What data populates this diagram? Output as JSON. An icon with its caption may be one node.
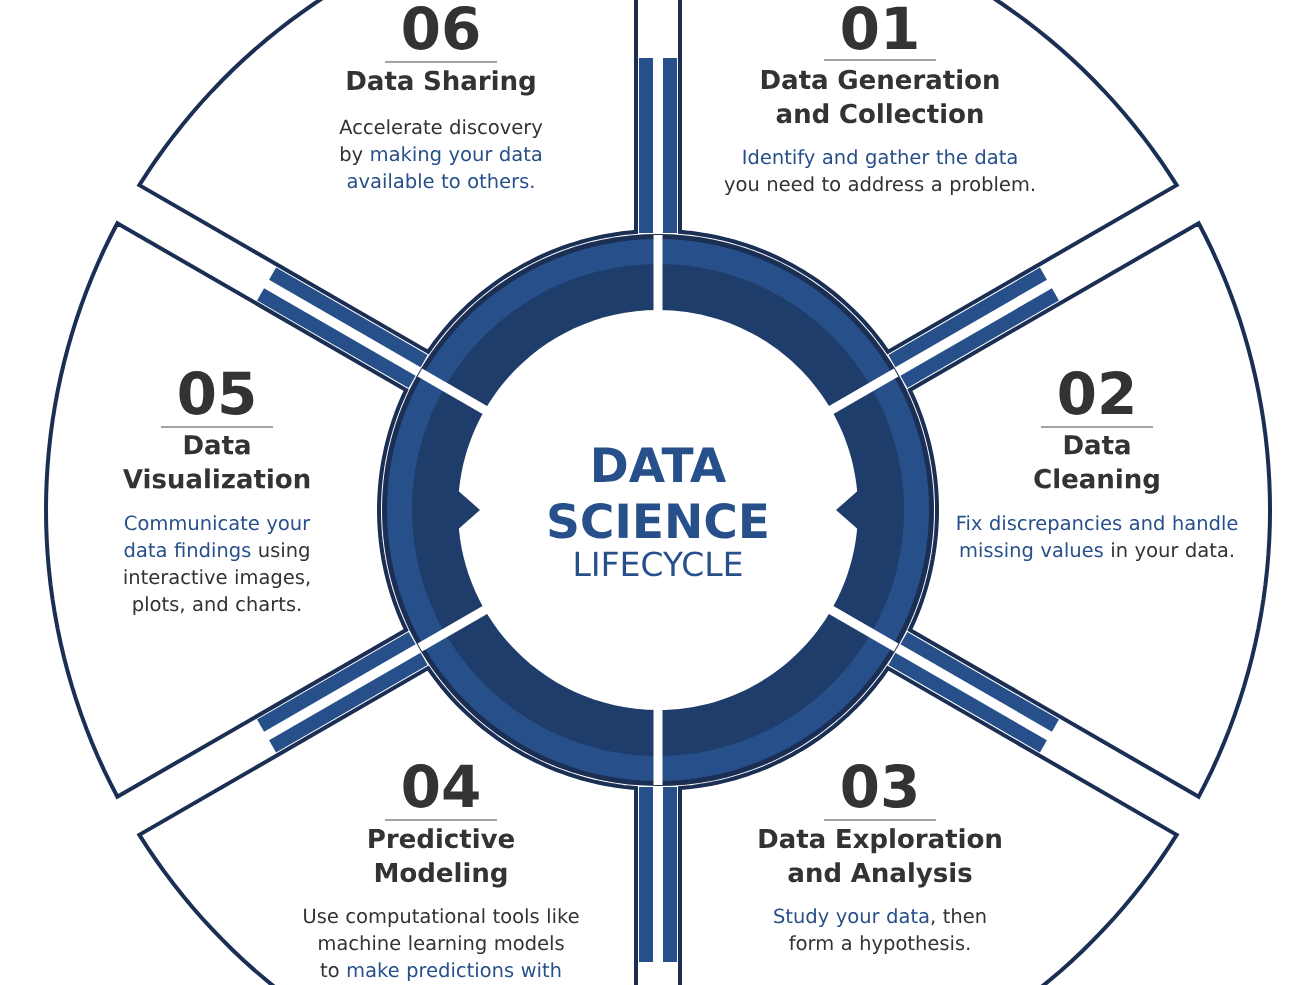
{
  "diagram": {
    "nodes": [
      {
        "text": [
          "DATA SCIENCE",
          "LIFECYCLE"
        ]
      },
      {
        "text": [
          "01",
          "Data Generation and Collection",
          "Identify and gather the data",
          "you need to address a problem."
        ]
      },
      {
        "text": [
          "02",
          "Data Cleaning",
          "Fix discrepancies and handle missing values",
          "in your data."
        ]
      },
      {
        "text": [
          "03",
          "Data Exploration and Analysis",
          "Study your data",
          ", then form a hypothesis."
        ]
      },
      {
        "text": [
          "04",
          "Predictive Modeling",
          "Use computational tools like machine learning models to",
          "make predictions with"
        ]
      },
      {
        "text": [
          "05",
          "Data Visualization",
          "Communicate your data findings",
          "using interactive images, plots, and charts."
        ]
      },
      {
        "text": [
          "06",
          "Data Sharing",
          "Accelerate discovery by",
          "making your data available to others."
        ]
      }
    ],
    "edges": []
  }
}
